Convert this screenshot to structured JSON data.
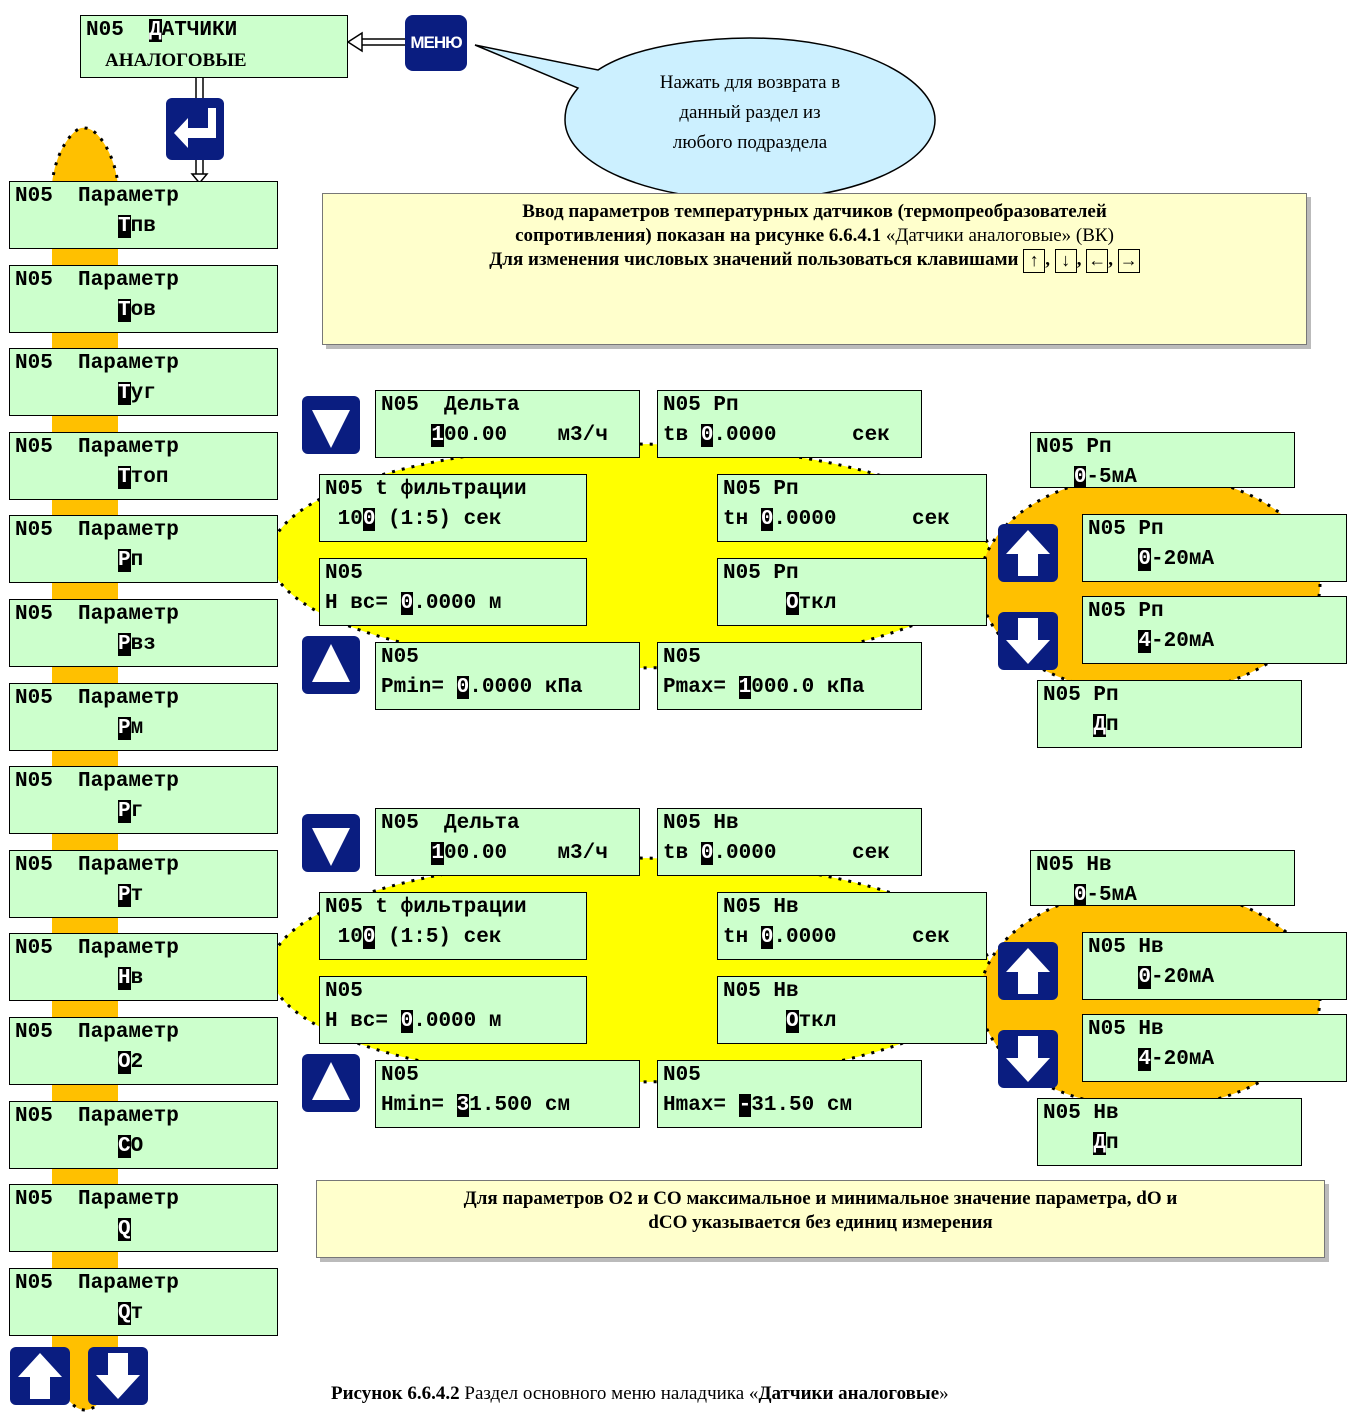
{
  "header_box": {
    "line1": "N05  ",
    "line1_cursor": "Д",
    "line1_rest": "АТЧИКИ",
    "line2": "    АНАЛОГОВЫЕ"
  },
  "menu_button": {
    "label": "МЕНЮ"
  },
  "bubble": {
    "lines": [
      "Нажать для возврата в",
      "данный раздел из",
      "любого подраздела"
    ]
  },
  "param_list": [
    {
      "head": "N05  Параметр",
      "cursor": "Т",
      "rest": "пв"
    },
    {
      "head": "N05  Параметр",
      "cursor": "Т",
      "rest": "ов"
    },
    {
      "head": "N05  Параметр",
      "cursor": "Т",
      "rest": "уг"
    },
    {
      "head": "N05  Параметр",
      "cursor": "Т",
      "rest": "топ"
    },
    {
      "head": "N05  Параметр",
      "cursor": "Р",
      "rest": "п"
    },
    {
      "head": "N05  Параметр",
      "cursor": "Р",
      "rest": "вз"
    },
    {
      "head": "N05  Параметр",
      "cursor": "Р",
      "rest": "м"
    },
    {
      "head": "N05  Параметр",
      "cursor": "Р",
      "rest": "г"
    },
    {
      "head": "N05  Параметр",
      "cursor": "Р",
      "rest": "т"
    },
    {
      "head": "N05  Параметр",
      "cursor": "Н",
      "rest": "в"
    },
    {
      "head": "N05  Параметр",
      "cursor": "О",
      "rest": "2"
    },
    {
      "head": "N05  Параметр",
      "cursor": "С",
      "rest": "О"
    },
    {
      "head": "N05  Параметр",
      "cursor": "Q",
      "rest": ""
    },
    {
      "head": "N05  Параметр",
      "cursor": "Q",
      "rest": "т"
    }
  ],
  "note_top": {
    "line1": "Ввод параметров температурных датчиков (термопреобразователей",
    "line2a": "сопротивления) показан на рисунке 6.6.4.1",
    "line2b": " «Датчики аналоговые» (ВК)",
    "line3": "Для изменения числовых значений пользоваться клавишами",
    "sep": ",",
    "keys": [
      "↑",
      "↓",
      "←",
      "→"
    ]
  },
  "group_rp": {
    "delta": {
      "l1": "N05  Дельта",
      "l2a": "    ",
      "l2c": "1",
      "l2b": "00.00    м3/ч"
    },
    "tv": {
      "l1": "N05 Рп",
      "l2a": "tв ",
      "l2c": "0",
      "l2b": ".0000      сек"
    },
    "tfilt": {
      "l1": "N05 t фильтрации",
      "l2a": " 10",
      "l2c": "0",
      "l2b": " (1:5) сек"
    },
    "tn": {
      "l1": "N05 Рп",
      "l2a": "tн ",
      "l2c": "0",
      "l2b": ".0000      сек"
    },
    "hvs": {
      "l1": "N05",
      "l2a": "H вс= ",
      "l2c": "0",
      "l2b": ".0000 м"
    },
    "off": {
      "l1": "N05 Рп",
      "l2a": "     ",
      "l2c": "О",
      "l2b": "ткл"
    },
    "min": {
      "l1": "N05",
      "l2a": "Pmin= ",
      "l2c": "0",
      "l2b": ".0000 кПа"
    },
    "max": {
      "l1": "N05",
      "l2a": "Pmax= ",
      "l2c": "1",
      "l2b": "000.0 кПа"
    },
    "r05": {
      "l1": "N05 Рп",
      "l2a": "   ",
      "l2c": "0",
      "l2b": "-5мА"
    },
    "r020": {
      "l1": "N05 Рп",
      "l2a": "    ",
      "l2c": "0",
      "l2b": "-20мА"
    },
    "r420": {
      "l1": "N05 Рп",
      "l2a": "    ",
      "l2c": "4",
      "l2b": "-20мА"
    },
    "dp": {
      "l1": "N05 Рп",
      "l2a": "    ",
      "l2c": "Д",
      "l2b": "п"
    }
  },
  "group_hv": {
    "delta": {
      "l1": "N05  Дельта",
      "l2a": "    ",
      "l2c": "1",
      "l2b": "00.00    м3/ч"
    },
    "tv": {
      "l1": "N05 Нв",
      "l2a": "tв ",
      "l2c": "0",
      "l2b": ".0000      сек"
    },
    "tfilt": {
      "l1": "N05 t фильтрации",
      "l2a": " 10",
      "l2c": "0",
      "l2b": " (1:5) сек"
    },
    "tn": {
      "l1": "N05 Нв",
      "l2a": "tн ",
      "l2c": "0",
      "l2b": ".0000      сек"
    },
    "hvs": {
      "l1": "N05",
      "l2a": "H вс= ",
      "l2c": "0",
      "l2b": ".0000 м"
    },
    "off": {
      "l1": "N05 Нв",
      "l2a": "     ",
      "l2c": "О",
      "l2b": "ткл"
    },
    "min": {
      "l1": "N05",
      "l2a": "Hmin= ",
      "l2c": "3",
      "l2b": "1.500 см"
    },
    "max": {
      "l1": "N05",
      "l2a": "Hmax= ",
      "l2c": "-",
      "l2b": "31.50 см"
    },
    "r05": {
      "l1": "N05 Нв",
      "l2a": "   ",
      "l2c": "0",
      "l2b": "-5мА"
    },
    "r020": {
      "l1": "N05 Нв",
      "l2a": "    ",
      "l2c": "0",
      "l2b": "-20мА"
    },
    "r420": {
      "l1": "N05 Нв",
      "l2a": "    ",
      "l2c": "4",
      "l2b": "-20мА"
    },
    "dp": {
      "l1": "N05 Нв",
      "l2a": "    ",
      "l2c": "Д",
      "l2b": "п"
    }
  },
  "note_bottom": {
    "line1": "Для параметров О2 и СО максимальное и минимальное значение параметра, dO и",
    "line2": "dCO указывается без единиц измерения"
  },
  "caption": {
    "bold1": "Рисунок 6.6.4.2",
    "normal": " Раздел основного меню наладчика «",
    "bold2": "Датчики аналоговые",
    "end": "»"
  },
  "colors": {
    "screen_bg": "#ccffcc",
    "key_blue": "#0a1d80",
    "yellow": "#ffff00",
    "orange": "#ffc000",
    "note_bg": "#ffffcc"
  }
}
